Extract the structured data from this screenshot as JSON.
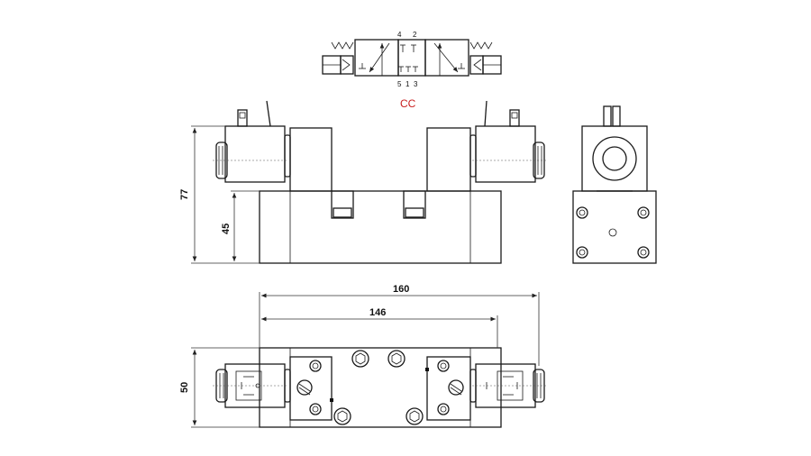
{
  "symbol": {
    "ports_top": [
      "4",
      "2"
    ],
    "ports_bottom": [
      "5",
      "1",
      "3"
    ]
  },
  "code_label": "CC",
  "dimensions": {
    "overall_height": "77",
    "body_height": "45",
    "overall_length": "160",
    "body_length": "146",
    "width": "50"
  },
  "colors": {
    "line": "#1a1a1a",
    "code_label": "#c81e1e"
  }
}
